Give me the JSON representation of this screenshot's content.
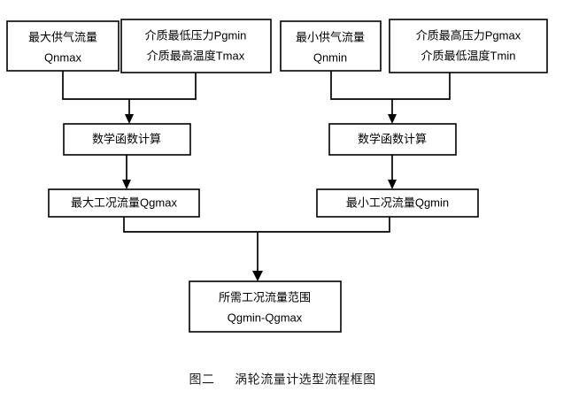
{
  "figure": {
    "caption_label": "图二",
    "caption_title": "涡轮流量计选型流程框图",
    "background_color": "#ffffff",
    "line_color": "#000000",
    "text_color": "#000000"
  },
  "nodes": {
    "max_supply_flow": {
      "line1": "最大供气流量",
      "line2": "Qnmax"
    },
    "min_pressure_max_temp": {
      "line1": "介质最低压力Pgmin",
      "line2": "介质最高温度Tmax"
    },
    "min_supply_flow": {
      "line1": "最小供气流量",
      "line2": "Qnmin"
    },
    "max_pressure_min_temp": {
      "line1": "介质最高压力Pgmax",
      "line2": "介质最低温度Tmin"
    },
    "math_calc_left": {
      "line1": "数学函数计算"
    },
    "math_calc_right": {
      "line1": "数学函数计算"
    },
    "qgmax_result": {
      "line1": "最大工况流量Qgmax"
    },
    "qgmin_result": {
      "line1": "最小工况流量Qgmin"
    },
    "flow_range_result": {
      "line1": "所需工况流量范围",
      "line2": "Qgmin-Qgmax"
    }
  }
}
